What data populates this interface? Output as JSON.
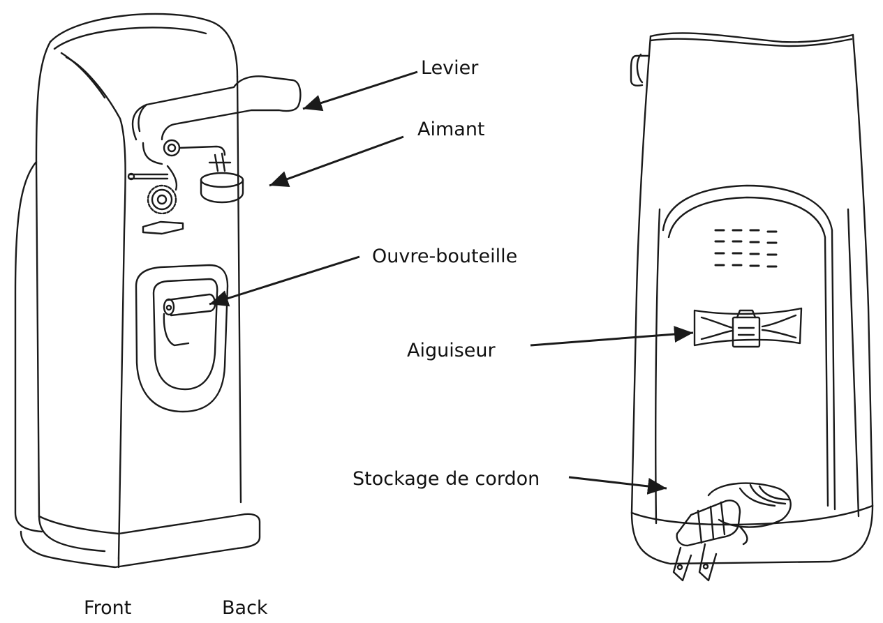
{
  "labels": {
    "lever": "Levier",
    "magnet": "Aimant",
    "bottle_opener": "Ouvre-bouteille",
    "sharpener": "Aiguiseur",
    "cord_storage": "Stockage de cordon"
  },
  "captions": {
    "front": "Front",
    "back": "Back"
  },
  "colors": {
    "line": "#1a1a1a",
    "background": "#ffffff"
  }
}
